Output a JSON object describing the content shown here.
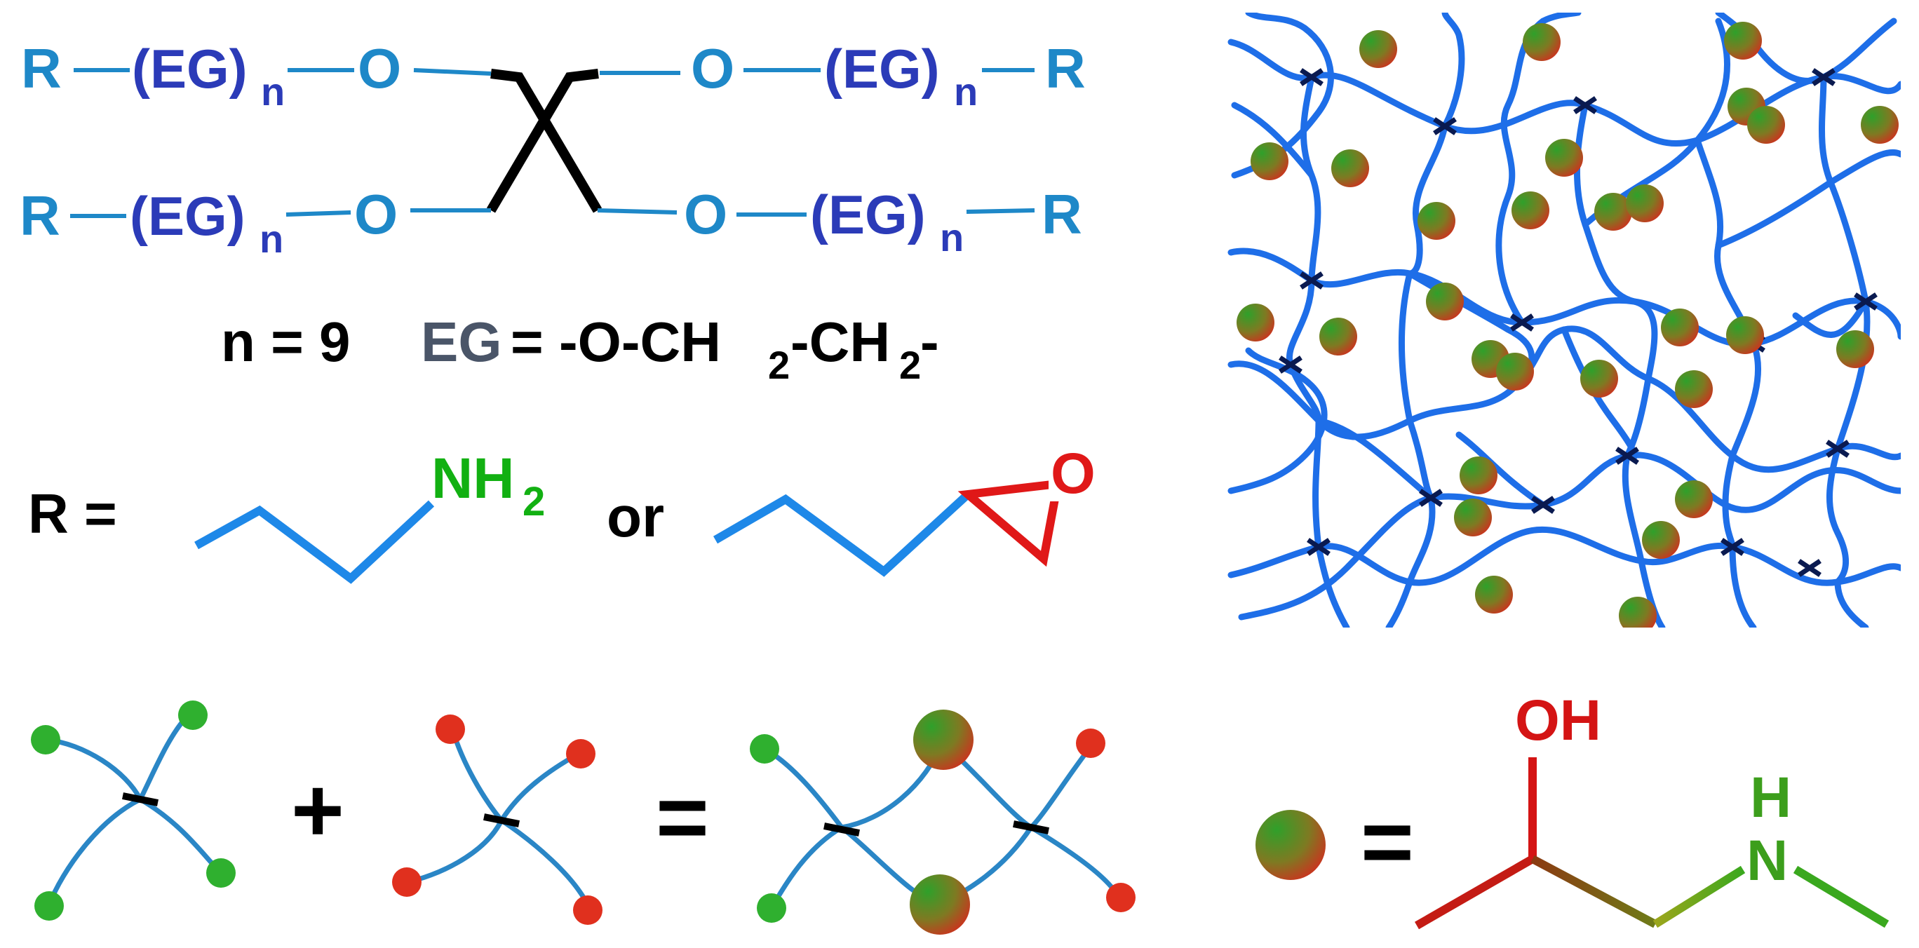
{
  "colors": {
    "r_light_blue": "#1E88C8",
    "eg_dark_blue": "#2B3BB8",
    "o_blue": "#1E88C8",
    "core_black": "#000000",
    "eg_gray": "#4A5568",
    "arm_blue": "#2A86C6",
    "network_blue": "#1E6EE8",
    "amine_green": "#12B012",
    "epoxide_red": "#E01818",
    "product_oh_red": "#D41414",
    "product_nh_green": "#3C9E1C",
    "bead_green": "#2FA02A",
    "bead_red": "#D42B1E"
  },
  "structure": {
    "r_label": "R",
    "eg_label": "(EG)",
    "n_subscript": "n",
    "o_label": "O"
  },
  "definition": {
    "n_text": "n = 9",
    "eg_text": "EG",
    "eg_formula_a": " = -O-CH",
    "sub_2": "2",
    "eg_formula_b": "-CH",
    "eg_formula_end": "-"
  },
  "r_definition": {
    "r_equals": "R =",
    "nh_label": "NH",
    "nh_sub": "2",
    "or_label": "or",
    "o_label": "O"
  },
  "reaction": {
    "plus": "+",
    "equals": "="
  },
  "legend": {
    "equals": "=",
    "oh_label": "OH",
    "h_label": "H",
    "n_label": "N"
  },
  "icons": [
    "tetra-peg-amine-icon",
    "tetra-peg-epoxide-icon",
    "crosslinked-network-icon",
    "crosslink-bead-icon"
  ]
}
